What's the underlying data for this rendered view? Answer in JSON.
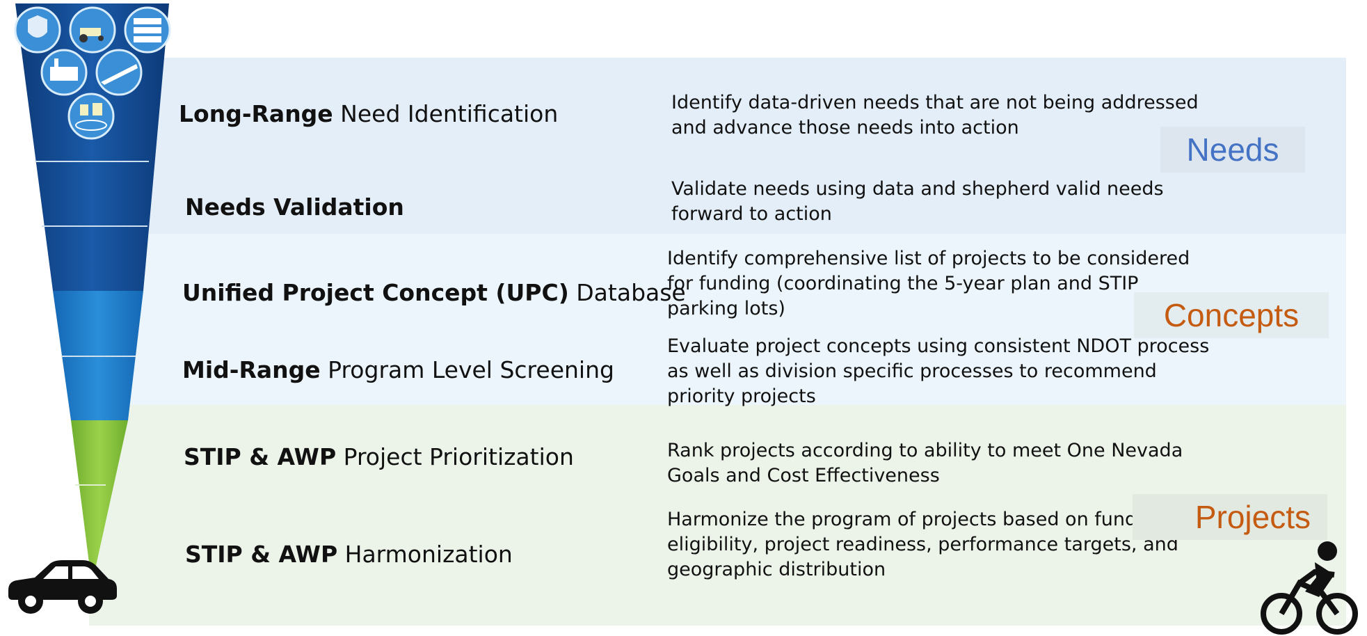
{
  "steps": [
    {
      "bold": "Long-Range",
      "rest": " Need Identification",
      "desc": [
        "Identify data-driven needs that are not being addressed",
        "and advance those needs into action"
      ]
    },
    {
      "bold": "Needs Validation",
      "rest": "",
      "desc": [
        "Validate needs using data and shepherd valid needs",
        "forward to action"
      ]
    },
    {
      "bold": "Unified Project Concept (UPC)",
      "rest": " Database",
      "desc": [
        "Identify comprehensive list of projects to be considered",
        "for funding (coordinating the 5-year plan and STIP",
        "parking lots)"
      ]
    },
    {
      "bold": "Mid-Range",
      "rest": " Program Level Screening",
      "desc": [
        "Evaluate project concepts using consistent NDOT process",
        "as well as division specific processes to recommend",
        "priority projects"
      ]
    },
    {
      "bold": "STIP & AWP",
      "rest": " Project Prioritization",
      "desc": [
        "Rank projects according to ability to meet One Nevada",
        "Goals and Cost Effectiveness"
      ]
    },
    {
      "bold": "STIP & AWP",
      "rest": " Harmonization",
      "desc": [
        "Harmonize the program of projects based on funding",
        "eligibility, project readiness, performance targets, and",
        "geographic distribution"
      ]
    }
  ],
  "categories": {
    "needs": "Needs",
    "concepts": "Concepts",
    "projects": "Projects"
  },
  "colors": {
    "needs_band": "#e4eef8",
    "concepts_band": "#ebf5fb",
    "projects_band": "#ecf4e9",
    "needs_label": "#4472c4",
    "concepts_label": "#c55a11",
    "projects_label": "#c55a11",
    "funnel_dark": "#164f96",
    "funnel_mid": "#1e7fc9",
    "funnel_green": "#8cc63f"
  },
  "icons": [
    "shield-people-icon",
    "tractor-icon",
    "road-signs-icon",
    "factory-icon",
    "highway-icon",
    "town-icon",
    "car-icon",
    "bicycle-icon"
  ]
}
